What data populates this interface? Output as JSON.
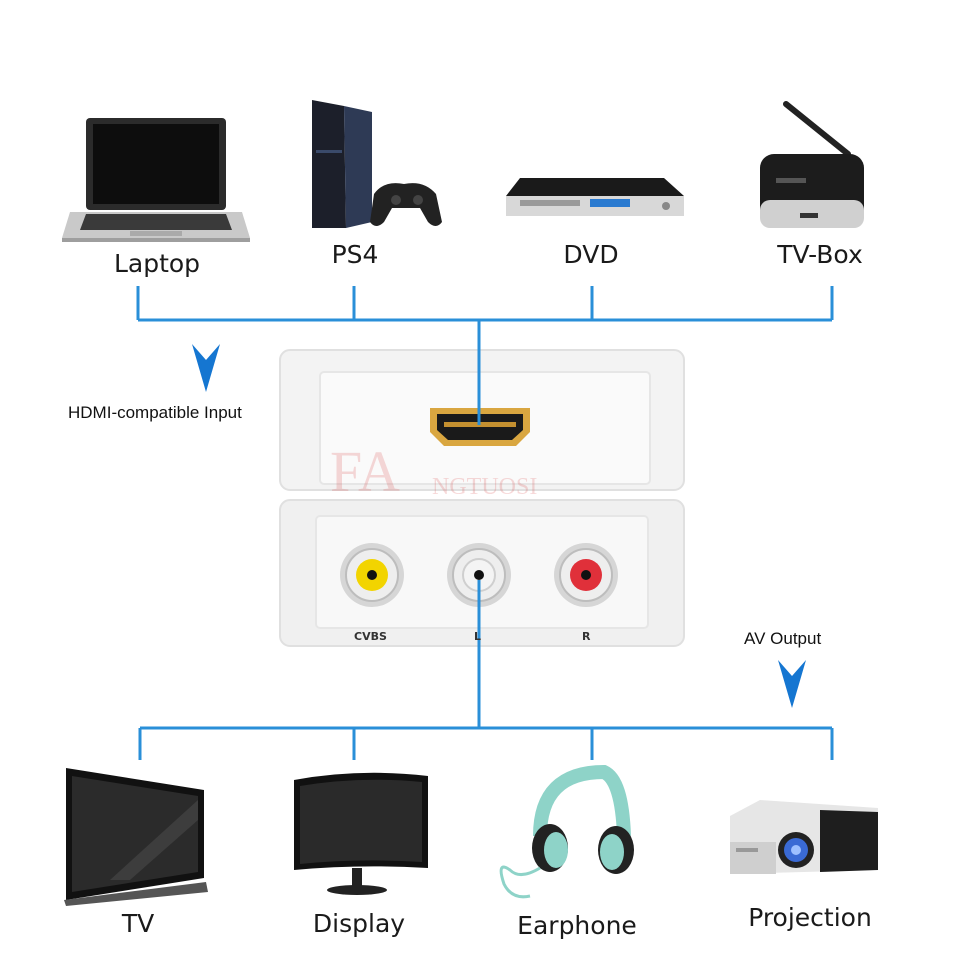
{
  "inputs": [
    {
      "label": "Laptop",
      "icon": "laptop-icon"
    },
    {
      "label": "PS4",
      "icon": "game-console-icon"
    },
    {
      "label": "DVD",
      "icon": "dvd-player-icon"
    },
    {
      "label": "TV-Box",
      "icon": "tv-box-icon"
    }
  ],
  "outputs": [
    {
      "label": "TV",
      "icon": "tv-icon"
    },
    {
      "label": "Display",
      "icon": "monitor-icon"
    },
    {
      "label": "Earphone",
      "icon": "headphones-icon"
    },
    {
      "label": "Projection",
      "icon": "projector-icon"
    }
  ],
  "notes": {
    "input": "HDMI-compatible Input",
    "output": "AV Output"
  },
  "ports": {
    "cvbs": "CVBS",
    "left": "L",
    "right": "R"
  },
  "watermark": {
    "big": "FA",
    "small": "NGTUOSI"
  },
  "colors": {
    "line": "#2a8fd8",
    "arrow": "#1576d1",
    "rca_yellow": "#f2d400",
    "rca_white": "#f4f4f4",
    "rca_red": "#e0303a",
    "hdmi_gold": "#d9a640"
  }
}
